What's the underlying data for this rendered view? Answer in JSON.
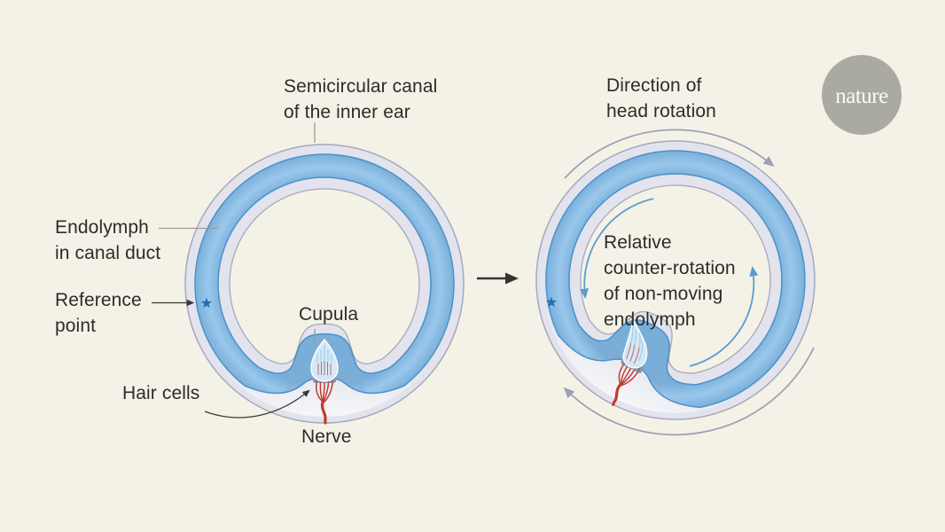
{
  "colors": {
    "background": "#f4f2e6",
    "canal_outer_lavender": "#e2e3ed",
    "canal_outline_gray": "#a6a8bb",
    "endolymph_blue": "#8abde2",
    "endolymph_edge_blue": "#4b92ca",
    "ampulla_fill": "#eef0f6",
    "cupula_fill": "#d9ebf8",
    "hair_cell_gray": "#8f96a5",
    "nerve_red": "#c23a31",
    "reference_star_blue": "#2170b4",
    "rotation_arrow_gray": "#9ba0b3",
    "counter_rotation_arrow_blue": "#5b9bd4",
    "label_text": "#2c2c2a",
    "transition_arrow_dark": "#333331",
    "logo_background": "#abaaa2",
    "logo_text_color": "#faf9f5"
  },
  "icons": {
    "reference_point_marker": "star-icon",
    "head_rotation_indicator": "curved-arrow-icon",
    "counter_rotation_indicator": "curved-arrow-icon",
    "panel_transition": "right-arrow-icon"
  },
  "left_panel": {
    "canal_label": [
      "Semicircular canal",
      "of the inner ear"
    ],
    "endolymph_label": [
      "Endolymph",
      "in canal duct"
    ],
    "reference_label": [
      "Reference",
      "point"
    ],
    "cupula_label": "Cupula",
    "hair_cells_label": "Hair cells",
    "nerve_label": "Nerve"
  },
  "right_panel": {
    "direction_label": [
      "Direction of",
      "head rotation"
    ],
    "counter_rotation_label": [
      "Relative",
      "counter-rotation",
      "of non-moving",
      "endolymph"
    ]
  },
  "branding": {
    "logo_text": "nature"
  }
}
